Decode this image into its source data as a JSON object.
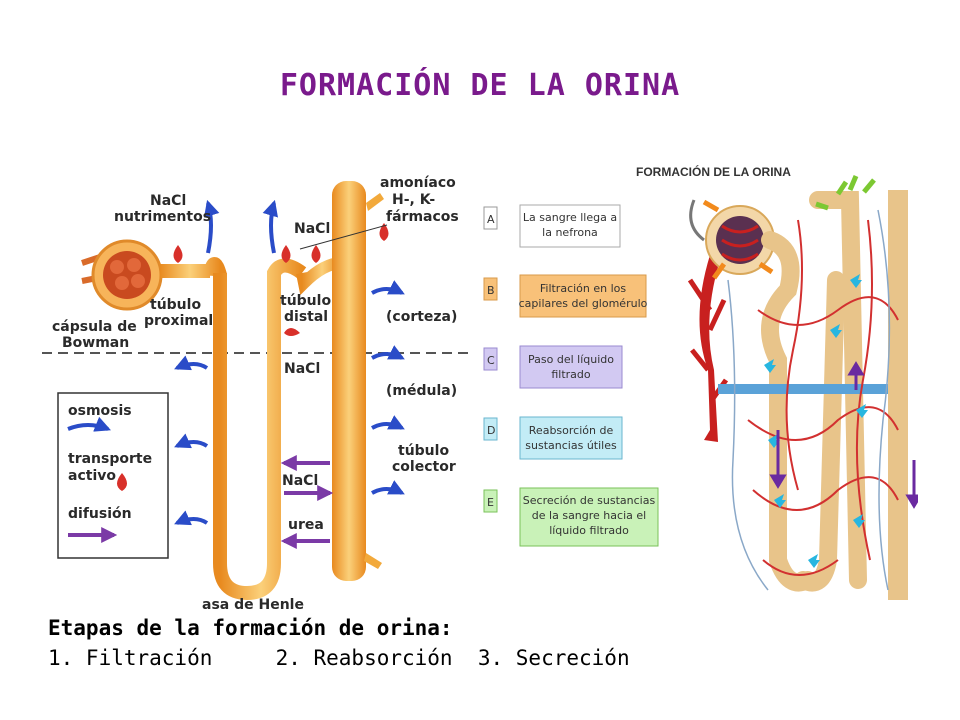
{
  "title": "FORMACIÓN DE LA ORINA",
  "left_diagram": {
    "nacl_nutrimentos": [
      "NaCl",
      "nutrimentos"
    ],
    "nacl_top": "NaCl",
    "amoniaco": [
      "amoníaco",
      "H-, K-",
      "fármacos"
    ],
    "tubulo_proximal": [
      "túbulo",
      "proximal"
    ],
    "capsula": [
      "cápsula de",
      "Bowman"
    ],
    "tubulo_distal": [
      "túbulo",
      "distal"
    ],
    "corteza": "(corteza)",
    "nacl_mid": "NaCl",
    "medula": "(médula)",
    "tubulo_colector": [
      "túbulo",
      "colector"
    ],
    "nacl_low": "NaCl",
    "urea": "urea",
    "asa": "asa de Henle",
    "legend": {
      "osmosis": "osmosis",
      "transporte": [
        "transporte",
        "activo"
      ],
      "difusion": "difusión"
    },
    "colors": {
      "tube": "#f2a93b",
      "osmosis": "#2a4cc8",
      "active": "#d8302a",
      "diffusion": "#7b3aa6"
    }
  },
  "right_diagram": {
    "title": "FORMACIÓN DE LA ORINA",
    "steps": [
      {
        "letter": "A",
        "text": [
          "La sangre llega a",
          "la nefrona"
        ],
        "color": "#ffffff"
      },
      {
        "letter": "B",
        "text": [
          "Filtración en los",
          "capilares del glomérulo"
        ],
        "color": "#f8c179"
      },
      {
        "letter": "C",
        "text": [
          "Paso del líquido",
          "filtrado"
        ],
        "color": "#d2c9f2"
      },
      {
        "letter": "D",
        "text": [
          "Reabsorción de",
          "sustancias útiles"
        ],
        "color": "#c3ecf6"
      },
      {
        "letter": "E",
        "text": [
          "Secreción de sustancias",
          "de la sangre hacia el",
          "líquido filtrado"
        ],
        "color": "#c9f2b8"
      }
    ]
  },
  "caption": {
    "heading": "Etapas de la formación de orina:",
    "stages": "1. Filtración     2. Reabsorción  3. Secreción"
  }
}
